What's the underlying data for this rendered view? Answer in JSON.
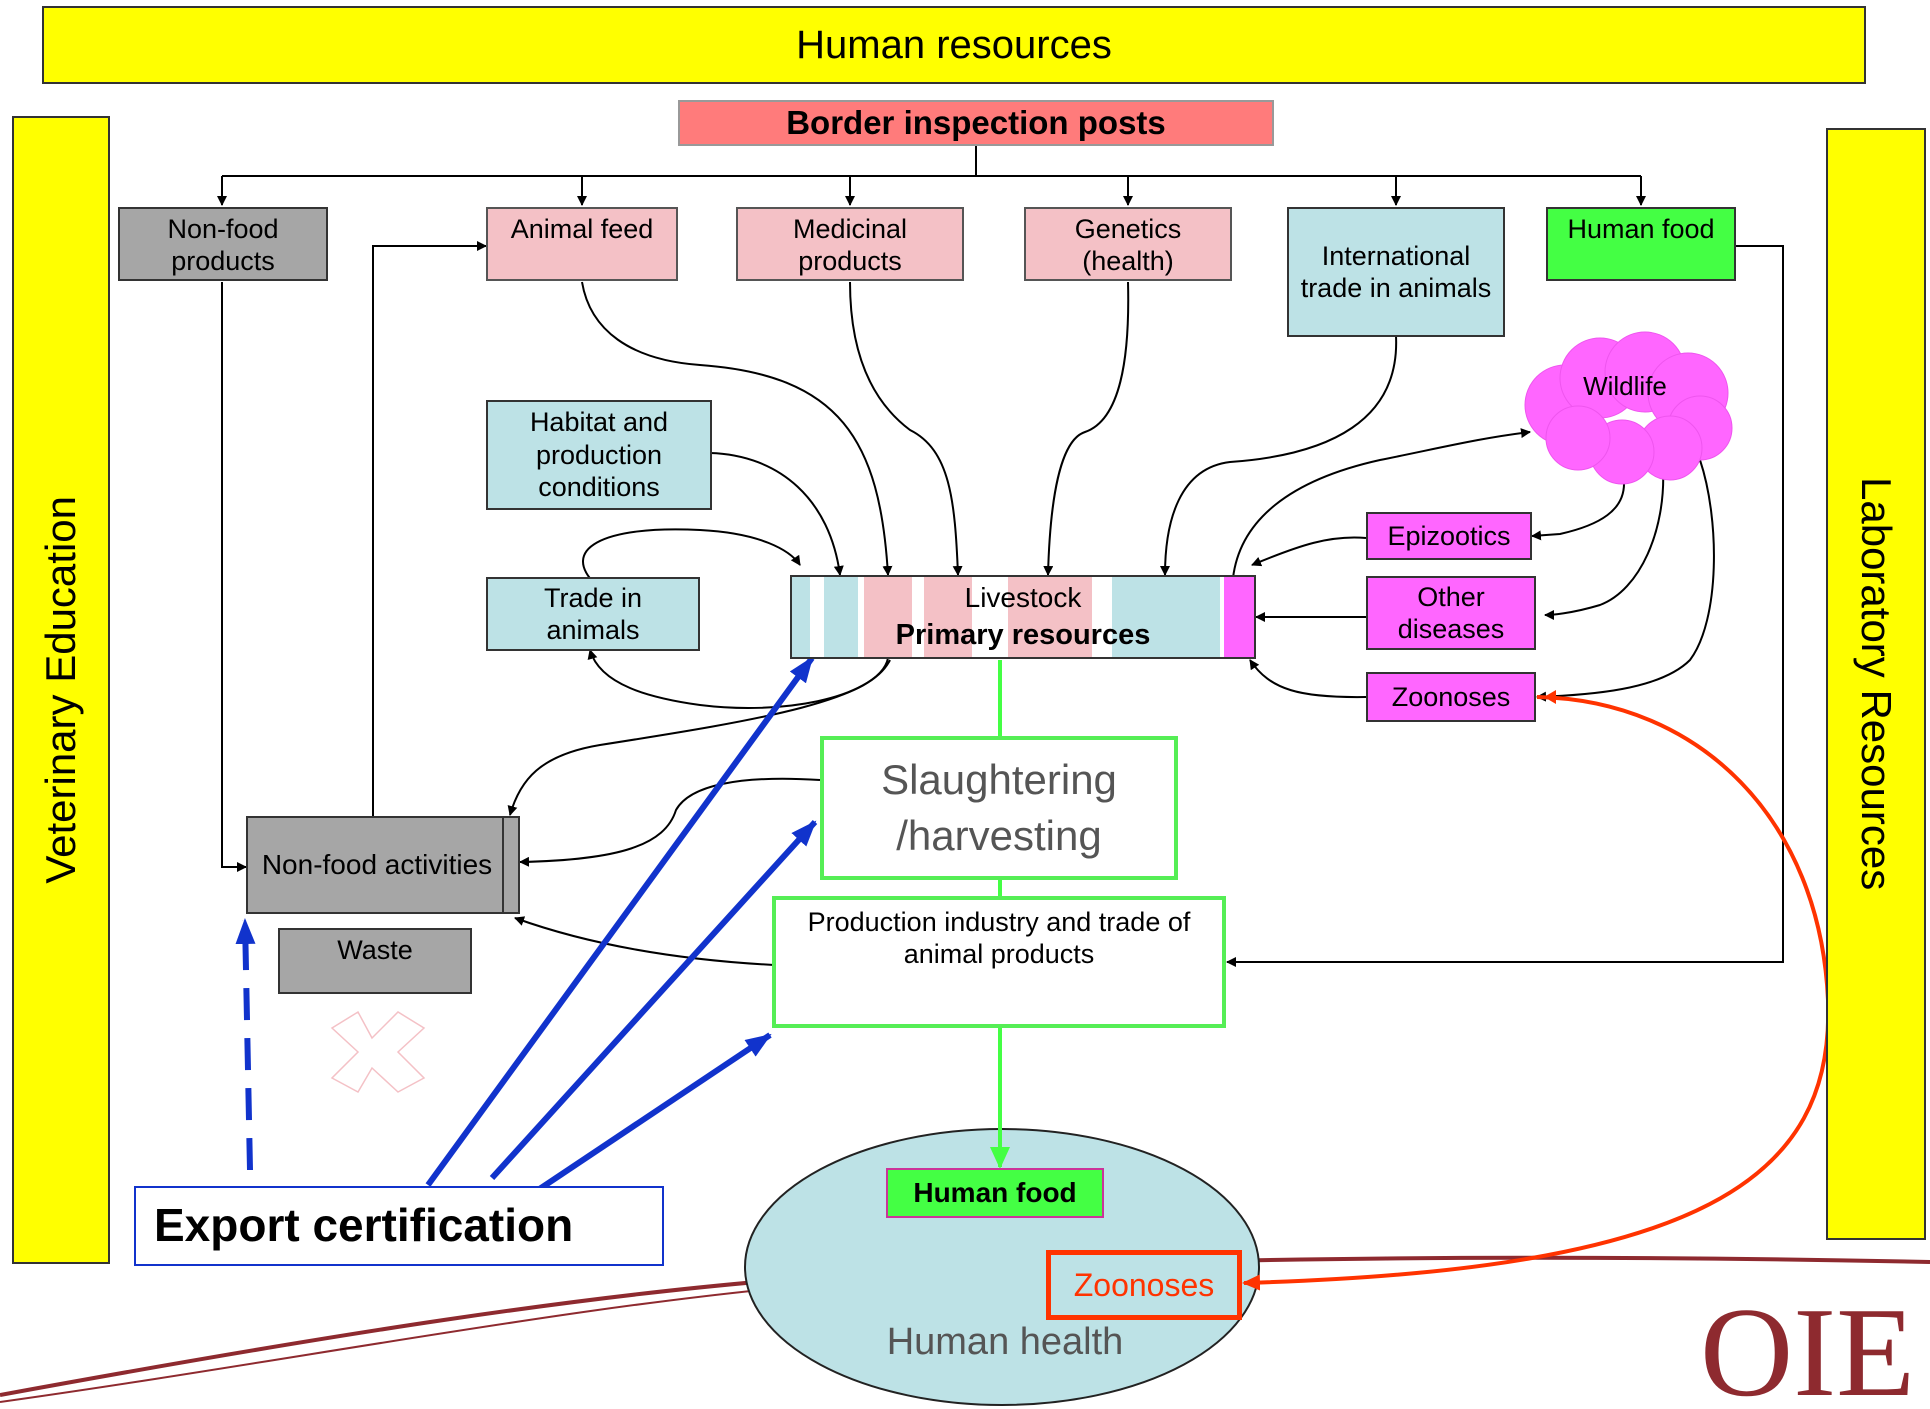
{
  "header": {
    "title": "Human resources"
  },
  "side": {
    "left": "Veterinary Education",
    "right": "Laboratory Resources"
  },
  "border_posts": "Border inspection posts",
  "sources": {
    "non_food_products": "Non-food products",
    "animal_feed": "Animal feed",
    "medicinal_products": "Medicinal products",
    "genetics": "Genetics (health)",
    "international_trade": "International trade in animals",
    "human_food": "Human food"
  },
  "habitat": "Habitat and production conditions",
  "trade_animals": "Trade in animals",
  "wildlife": "Wildlife",
  "diseases": {
    "epizootics": "Epizootics",
    "other": "Other diseases",
    "zoonoses": "Zoonoses"
  },
  "livestock": {
    "line1": "Livestock",
    "line2": "Primary resources"
  },
  "slaughtering": {
    "line1": "Slaughtering",
    "line2": "/harvesting"
  },
  "production": "Production industry and trade of animal products",
  "nonfood_activities": "Non-food activities",
  "waste": "Waste",
  "export": "Export certification",
  "human_health": {
    "label": "Human health",
    "food": "Human food",
    "zoonoses": "Zoonoses"
  },
  "logo": {
    "text": "OIE"
  },
  "colors": {
    "yellow": "#ffff00",
    "salmon": "#ff7b7b",
    "pink": "#f4c1c6",
    "teal": "#bde2e6",
    "magenta": "#ff66ff",
    "green": "#44ff44",
    "grey": "#a6a6a6",
    "blue": "#1133cc",
    "red": "#ff3300",
    "maroon": "#8e2a2f"
  }
}
